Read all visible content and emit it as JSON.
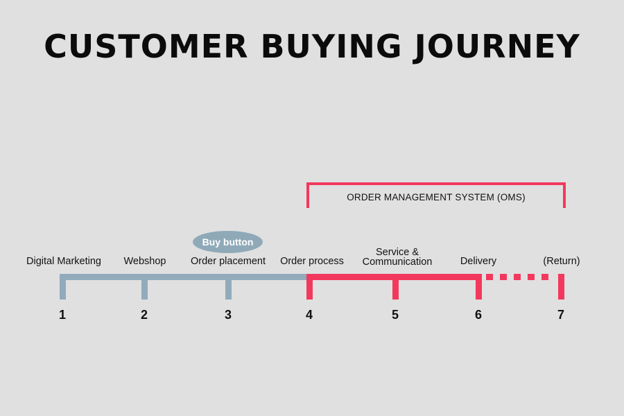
{
  "title": "CUSTOMER BUYING JOURNEY",
  "oms_label": "ORDER MANAGEMENT SYSTEM (OMS)",
  "buy_button_label": "Buy button",
  "colors": {
    "background": "#e0e0e0",
    "grey_line": "#91abbb",
    "red_line": "#f3385d",
    "buy_button": "#8fa9b8"
  },
  "stages": [
    {
      "number": "1",
      "label": "Digital Marketing"
    },
    {
      "number": "2",
      "label": "Webshop"
    },
    {
      "number": "3",
      "label": "Order placement"
    },
    {
      "number": "4",
      "label": "Order process"
    },
    {
      "number": "5",
      "label": "Service &\nCommunication"
    },
    {
      "number": "6",
      "label": "Delivery"
    },
    {
      "number": "7",
      "label": "(Return)"
    }
  ]
}
